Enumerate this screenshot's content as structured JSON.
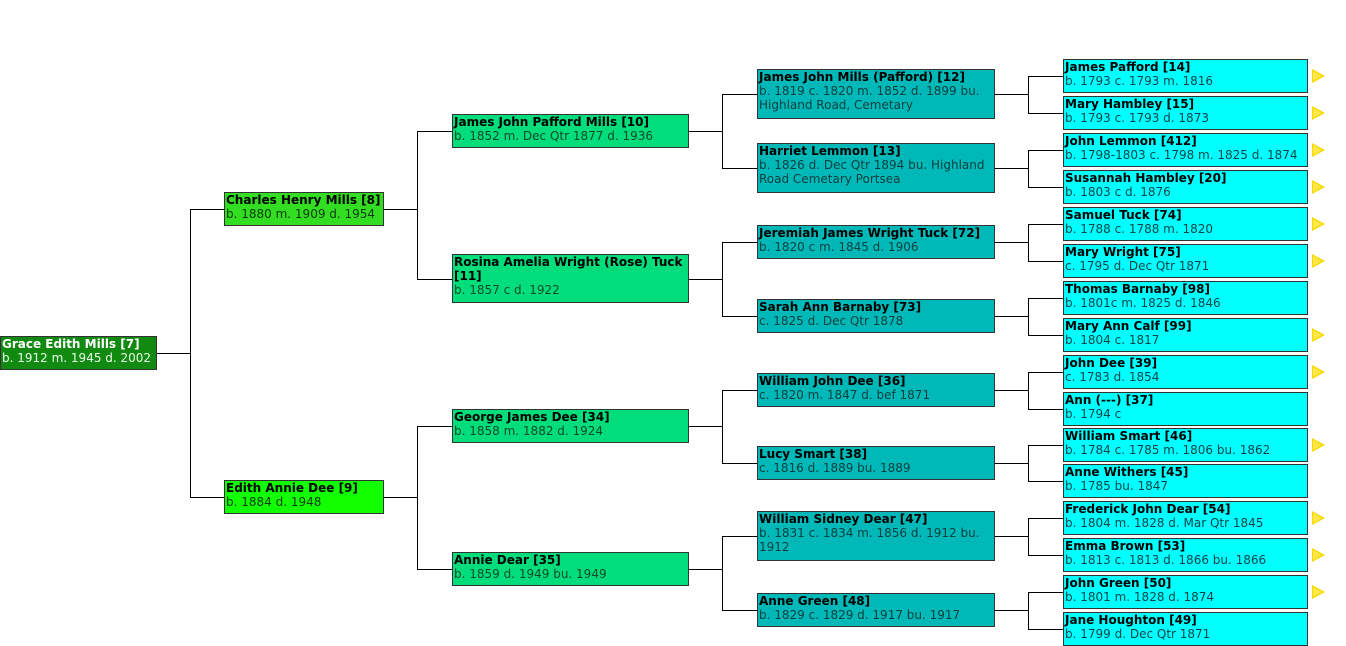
{
  "people": [
    {
      "id": "p7",
      "name": "Grace Edith Mills [7]",
      "dates": "b. 1912 m. 1945 d. 2002"
    },
    {
      "id": "p8",
      "name": "Charles Henry Mills [8]",
      "dates": "b. 1880 m. 1909 d. 1954"
    },
    {
      "id": "p9",
      "name": "Edith Annie Dee [9]",
      "dates": "b. 1884 d. 1948"
    },
    {
      "id": "p10",
      "name": "James John Pafford Mills [10]",
      "dates": "b. 1852 m. Dec Qtr 1877 d. 1936"
    },
    {
      "id": "p11",
      "name": "Rosina Amelia Wright (Rose) Tuck [11]",
      "dates": "b. 1857 c d. 1922"
    },
    {
      "id": "p34",
      "name": "George James Dee [34]",
      "dates": "b. 1858 m. 1882 d. 1924"
    },
    {
      "id": "p35",
      "name": "Annie Dear [35]",
      "dates": "b. 1859 d. 1949 bu. 1949"
    },
    {
      "id": "p12",
      "name": "James John Mills (Pafford) [12]",
      "dates": "b. 1819 c. 1820 m. 1852 d. 1899 bu. Highland Road, Cemetary"
    },
    {
      "id": "p13",
      "name": "Harriet Lemmon [13]",
      "dates": "b. 1826 d. Dec Qtr 1894 bu. Highland Road Cemetary Portsea"
    },
    {
      "id": "p72",
      "name": "Jeremiah James Wright Tuck [72]",
      "dates": "b. 1820 c m. 1845 d. 1906"
    },
    {
      "id": "p73",
      "name": "Sarah Ann Barnaby [73]",
      "dates": "c. 1825 d. Dec Qtr 1878"
    },
    {
      "id": "p36",
      "name": "William John Dee [36]",
      "dates": "c. 1820 m. 1847 d. bef 1871"
    },
    {
      "id": "p38",
      "name": "Lucy Smart [38]",
      "dates": "c. 1816 d. 1889 bu. 1889"
    },
    {
      "id": "p47",
      "name": "William Sidney Dear [47]",
      "dates": "b. 1831 c. 1834 m. 1856 d. 1912 bu. 1912"
    },
    {
      "id": "p48",
      "name": "Anne Green [48]",
      "dates": "b. 1829 c. 1829 d. 1917 bu. 1917"
    },
    {
      "id": "p14",
      "name": "James Pafford [14]",
      "dates": "b. 1793 c. 1793 m. 1816"
    },
    {
      "id": "p15",
      "name": "Mary Hambley [15]",
      "dates": "b. 1793 c. 1793 d. 1873"
    },
    {
      "id": "p412",
      "name": "John Lemmon [412]",
      "dates": "b. 1798-1803 c. 1798 m. 1825 d. 1874"
    },
    {
      "id": "p20",
      "name": "Susannah Hambley [20]",
      "dates": "b. 1803 c d. 1876"
    },
    {
      "id": "p74",
      "name": "Samuel Tuck [74]",
      "dates": "b. 1788 c. 1788 m. 1820"
    },
    {
      "id": "p75",
      "name": "Mary Wright [75]",
      "dates": "c. 1795 d. Dec Qtr 1871"
    },
    {
      "id": "p98",
      "name": "Thomas Barnaby [98]",
      "dates": "b. 1801c m. 1825 d. 1846"
    },
    {
      "id": "p99",
      "name": "Mary Ann Calf [99]",
      "dates": "b. 1804 c. 1817"
    },
    {
      "id": "p39",
      "name": "John Dee [39]",
      "dates": "c. 1783 d. 1854"
    },
    {
      "id": "p37",
      "name": "Ann (---) [37]",
      "dates": "b. 1794 c"
    },
    {
      "id": "p46",
      "name": "William Smart [46]",
      "dates": "b. 1784 c. 1785 m. 1806 bu. 1862"
    },
    {
      "id": "p45",
      "name": "Anne Withers [45]",
      "dates": "b. 1785 bu. 1847"
    },
    {
      "id": "p54",
      "name": "Frederick John Dear [54]",
      "dates": "b. 1804 m. 1828 d. Mar Qtr 1845"
    },
    {
      "id": "p53",
      "name": "Emma Brown [53]",
      "dates": "b. 1813 c. 1813 d. 1866 bu. 1866"
    },
    {
      "id": "p50",
      "name": "John Green [50]",
      "dates": "b. 1801 m. 1828 d. 1874"
    },
    {
      "id": "p49",
      "name": "Jane Houghton [49]",
      "dates": "b. 1799 d. Dec Qtr 1871"
    }
  ],
  "colors": {
    "gen1": "#128a12",
    "gen2a": "#33dd22",
    "gen2b": "#11ff00",
    "gen3": "#00dd7a",
    "gen4": "#00b8b8",
    "gen5": "#00ffff",
    "expand_arrow": "#f6d800",
    "connector": "#000000"
  },
  "expand_icon": "expand-ancestors-arrow"
}
